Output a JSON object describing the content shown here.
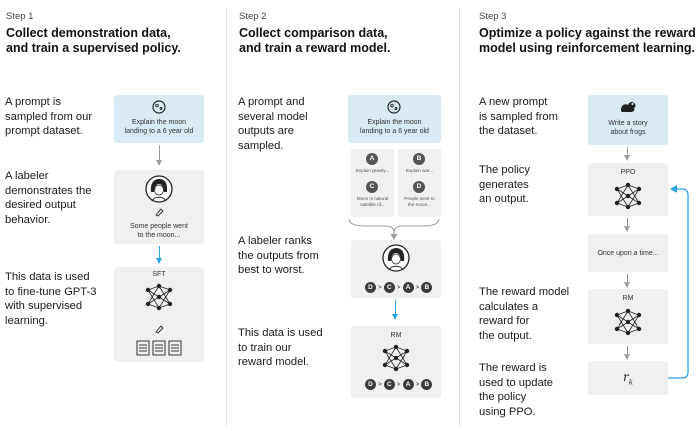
{
  "steps": [
    {
      "step_label": "Step 1",
      "title": "Collect demonstration data,\nand train a supervised policy.",
      "desc": [
        "A prompt is\nsampled from our\nprompt dataset.",
        "A labeler\ndemonstrates the\ndesired output\nbehavior.",
        "This data is used\nto fine-tune GPT-3\nwith supervised\nlearning."
      ],
      "prompt_text": "Explain the moon\nlanding to a 6 year old",
      "demo_text": "Some people went\nto the moon...",
      "model_label": "SFT"
    },
    {
      "step_label": "Step 2",
      "title": "Collect comparison data,\nand train a reward model.",
      "desc": [
        "A prompt and\nseveral model\noutputs are\nsampled.",
        "A labeler ranks\nthe outputs from\nbest to worst.",
        "This data is used\nto train our\nreward model."
      ],
      "prompt_text": "Explain the moon\nlanding to a 6 year old",
      "outputs": [
        {
          "letter": "A",
          "text": "Explain gravity..."
        },
        {
          "letter": "B",
          "text": "Explain war..."
        },
        {
          "letter": "C",
          "text": "Moon is natural\nsatellite of..."
        },
        {
          "letter": "D",
          "text": "People went to\nthe moon..."
        }
      ],
      "ranking": [
        "D",
        "C",
        "A",
        "B"
      ],
      "ranking_sep": ">",
      "model_label": "RM"
    },
    {
      "step_label": "Step 3",
      "title": "Optimize a policy against\nthe reward model using\nreinforcement learning.",
      "desc": [
        "A new prompt\nis sampled from\nthe dataset.",
        "The policy\ngenerates\nan output.",
        "The reward model\ncalculates a\nreward for\nthe output.",
        "The reward is\nused to update\nthe policy\nusing PPO."
      ],
      "prompt_text": "Write a story\nabout frogs",
      "policy_label": "PPO",
      "output_text": "Once upon a time...",
      "rm_label": "RM",
      "reward_symbol": "r",
      "reward_subscript": "k"
    }
  ],
  "colors": {
    "prompt_bg": "#d8ebf4",
    "card_bg": "#f0f0f0",
    "arrow_gray": "#9a9a9a",
    "arrow_blue": "#2aa3e6"
  },
  "icons": [
    "moon-icon",
    "labeler-avatar-icon",
    "pencil-icon",
    "neural-network-icon",
    "document-icon",
    "frog-icon"
  ]
}
